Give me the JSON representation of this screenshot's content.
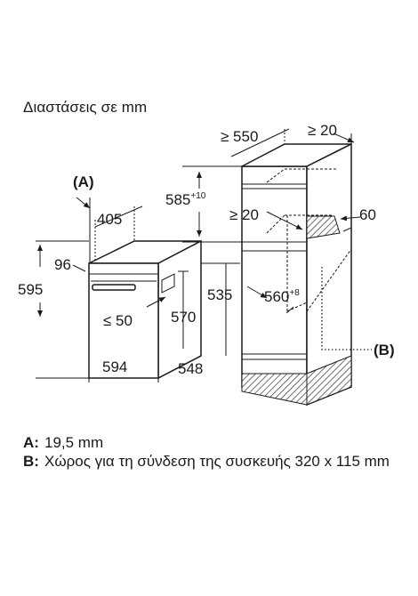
{
  "title": "Διαστάσεις σε mm",
  "oven_dimensions": {
    "label_a": "(A)",
    "depth": "405",
    "panel_offset": "96",
    "total_height": "595",
    "cavity_height_note": "≤ 50",
    "niche_height": "570",
    "height_535": "535",
    "width": "594",
    "depth_548": "548"
  },
  "cabinet_dimensions": {
    "depth_min": "≥ 550",
    "gap_top": "≥ 20",
    "height_585": "585",
    "height_585_tol": "+10",
    "gap_shelf": "≥ 20",
    "vent": "60",
    "width_560": "560",
    "width_560_tol": "+8",
    "label_b": "(B)"
  },
  "legend": [
    {
      "key": "A:",
      "text": "19,5 mm"
    },
    {
      "key": "B:",
      "text": "Χώρος για τη σύνδεση της συσκευής 320 x 115 mm"
    }
  ]
}
